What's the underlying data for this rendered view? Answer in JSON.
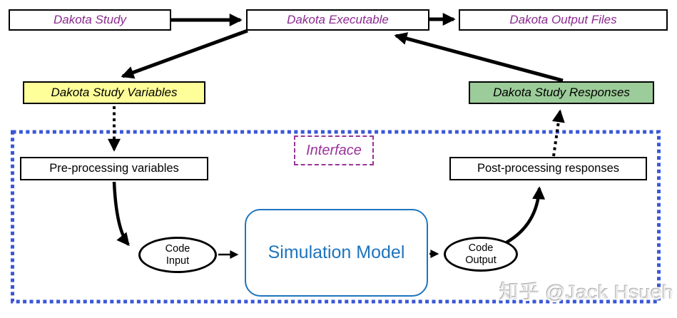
{
  "diagram": {
    "top_row": {
      "study": "Dakota Study",
      "executable": "Dakota Executable",
      "output_files": "Dakota Output Files"
    },
    "mid_row": {
      "variables": "Dakota Study Variables",
      "responses": "Dakota Study Responses"
    },
    "interface": {
      "label": "Interface",
      "pre_processing": "Pre-processing variables",
      "post_processing": "Post-processing responses",
      "code_input": {
        "line1": "Code",
        "line2": "Input"
      },
      "code_output": {
        "line1": "Code",
        "line2": "Output"
      },
      "simulation_model": "Simulation Model"
    }
  },
  "watermark": "知乎 @Jack Hsueh",
  "colors": {
    "purple_text": "#8b2a8f",
    "yellow_fill": "#ffff99",
    "green_fill": "#9ccc99",
    "interface_border": "#3a57d8",
    "interface_label": "#993399",
    "simulation_blue": "#1f74bc",
    "arrow_black": "#000000"
  }
}
